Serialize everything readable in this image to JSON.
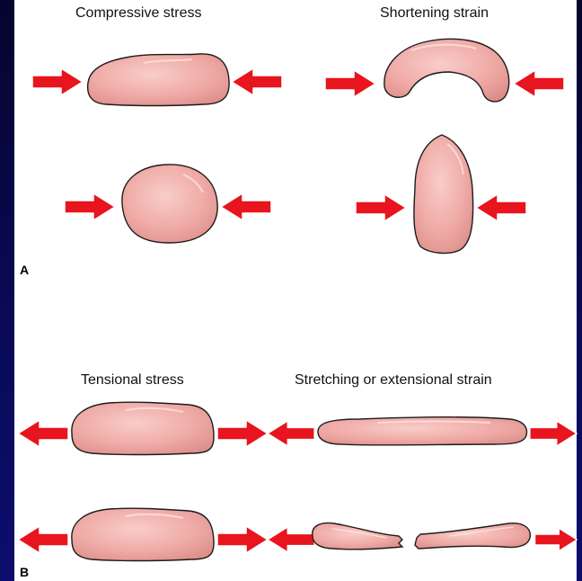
{
  "panel_a": {
    "letter": "A",
    "left_title": "Compressive stress",
    "right_title": "Shortening strain"
  },
  "panel_b": {
    "letter": "B",
    "left_title": "Tensional stress",
    "right_title": "Stretching or extensional strain"
  },
  "colors": {
    "arrow": "#e8141e",
    "arrow_outline": "#ffffff",
    "body_fill": "#efaaa6",
    "body_highlight": "#fbd9d6",
    "body_shadow": "#d98883",
    "outline": "#1c1c1c",
    "background": "#0a0a5a"
  }
}
